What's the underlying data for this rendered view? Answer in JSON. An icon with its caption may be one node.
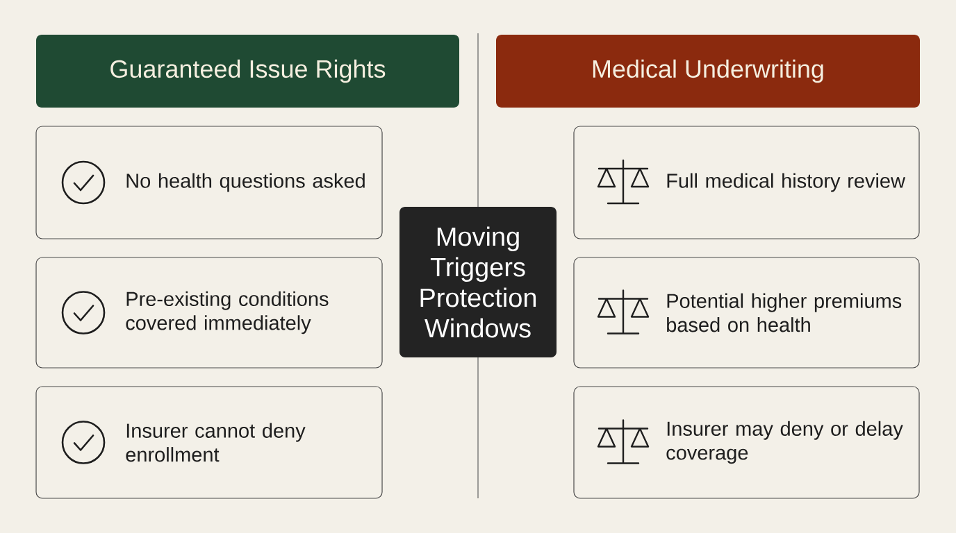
{
  "diagram": {
    "nodes": [
      {
        "text": [
          "Guaranteed Issue Rights"
        ]
      },
      {
        "text": [
          "No health questions asked"
        ]
      },
      {
        "text": [
          "Pre-existing conditions covered immediately"
        ]
      },
      {
        "text": [
          "Insurer cannot deny enrollment"
        ]
      },
      {
        "text": [
          "Moving Triggers Protection Windows"
        ]
      },
      {
        "text": [
          "Medical Underwriting"
        ]
      },
      {
        "text": [
          "Full medical history review"
        ]
      },
      {
        "text": [
          "Potential higher premiums based on health"
        ]
      },
      {
        "text": [
          "Insurer may deny or delay coverage"
        ]
      }
    ]
  }
}
